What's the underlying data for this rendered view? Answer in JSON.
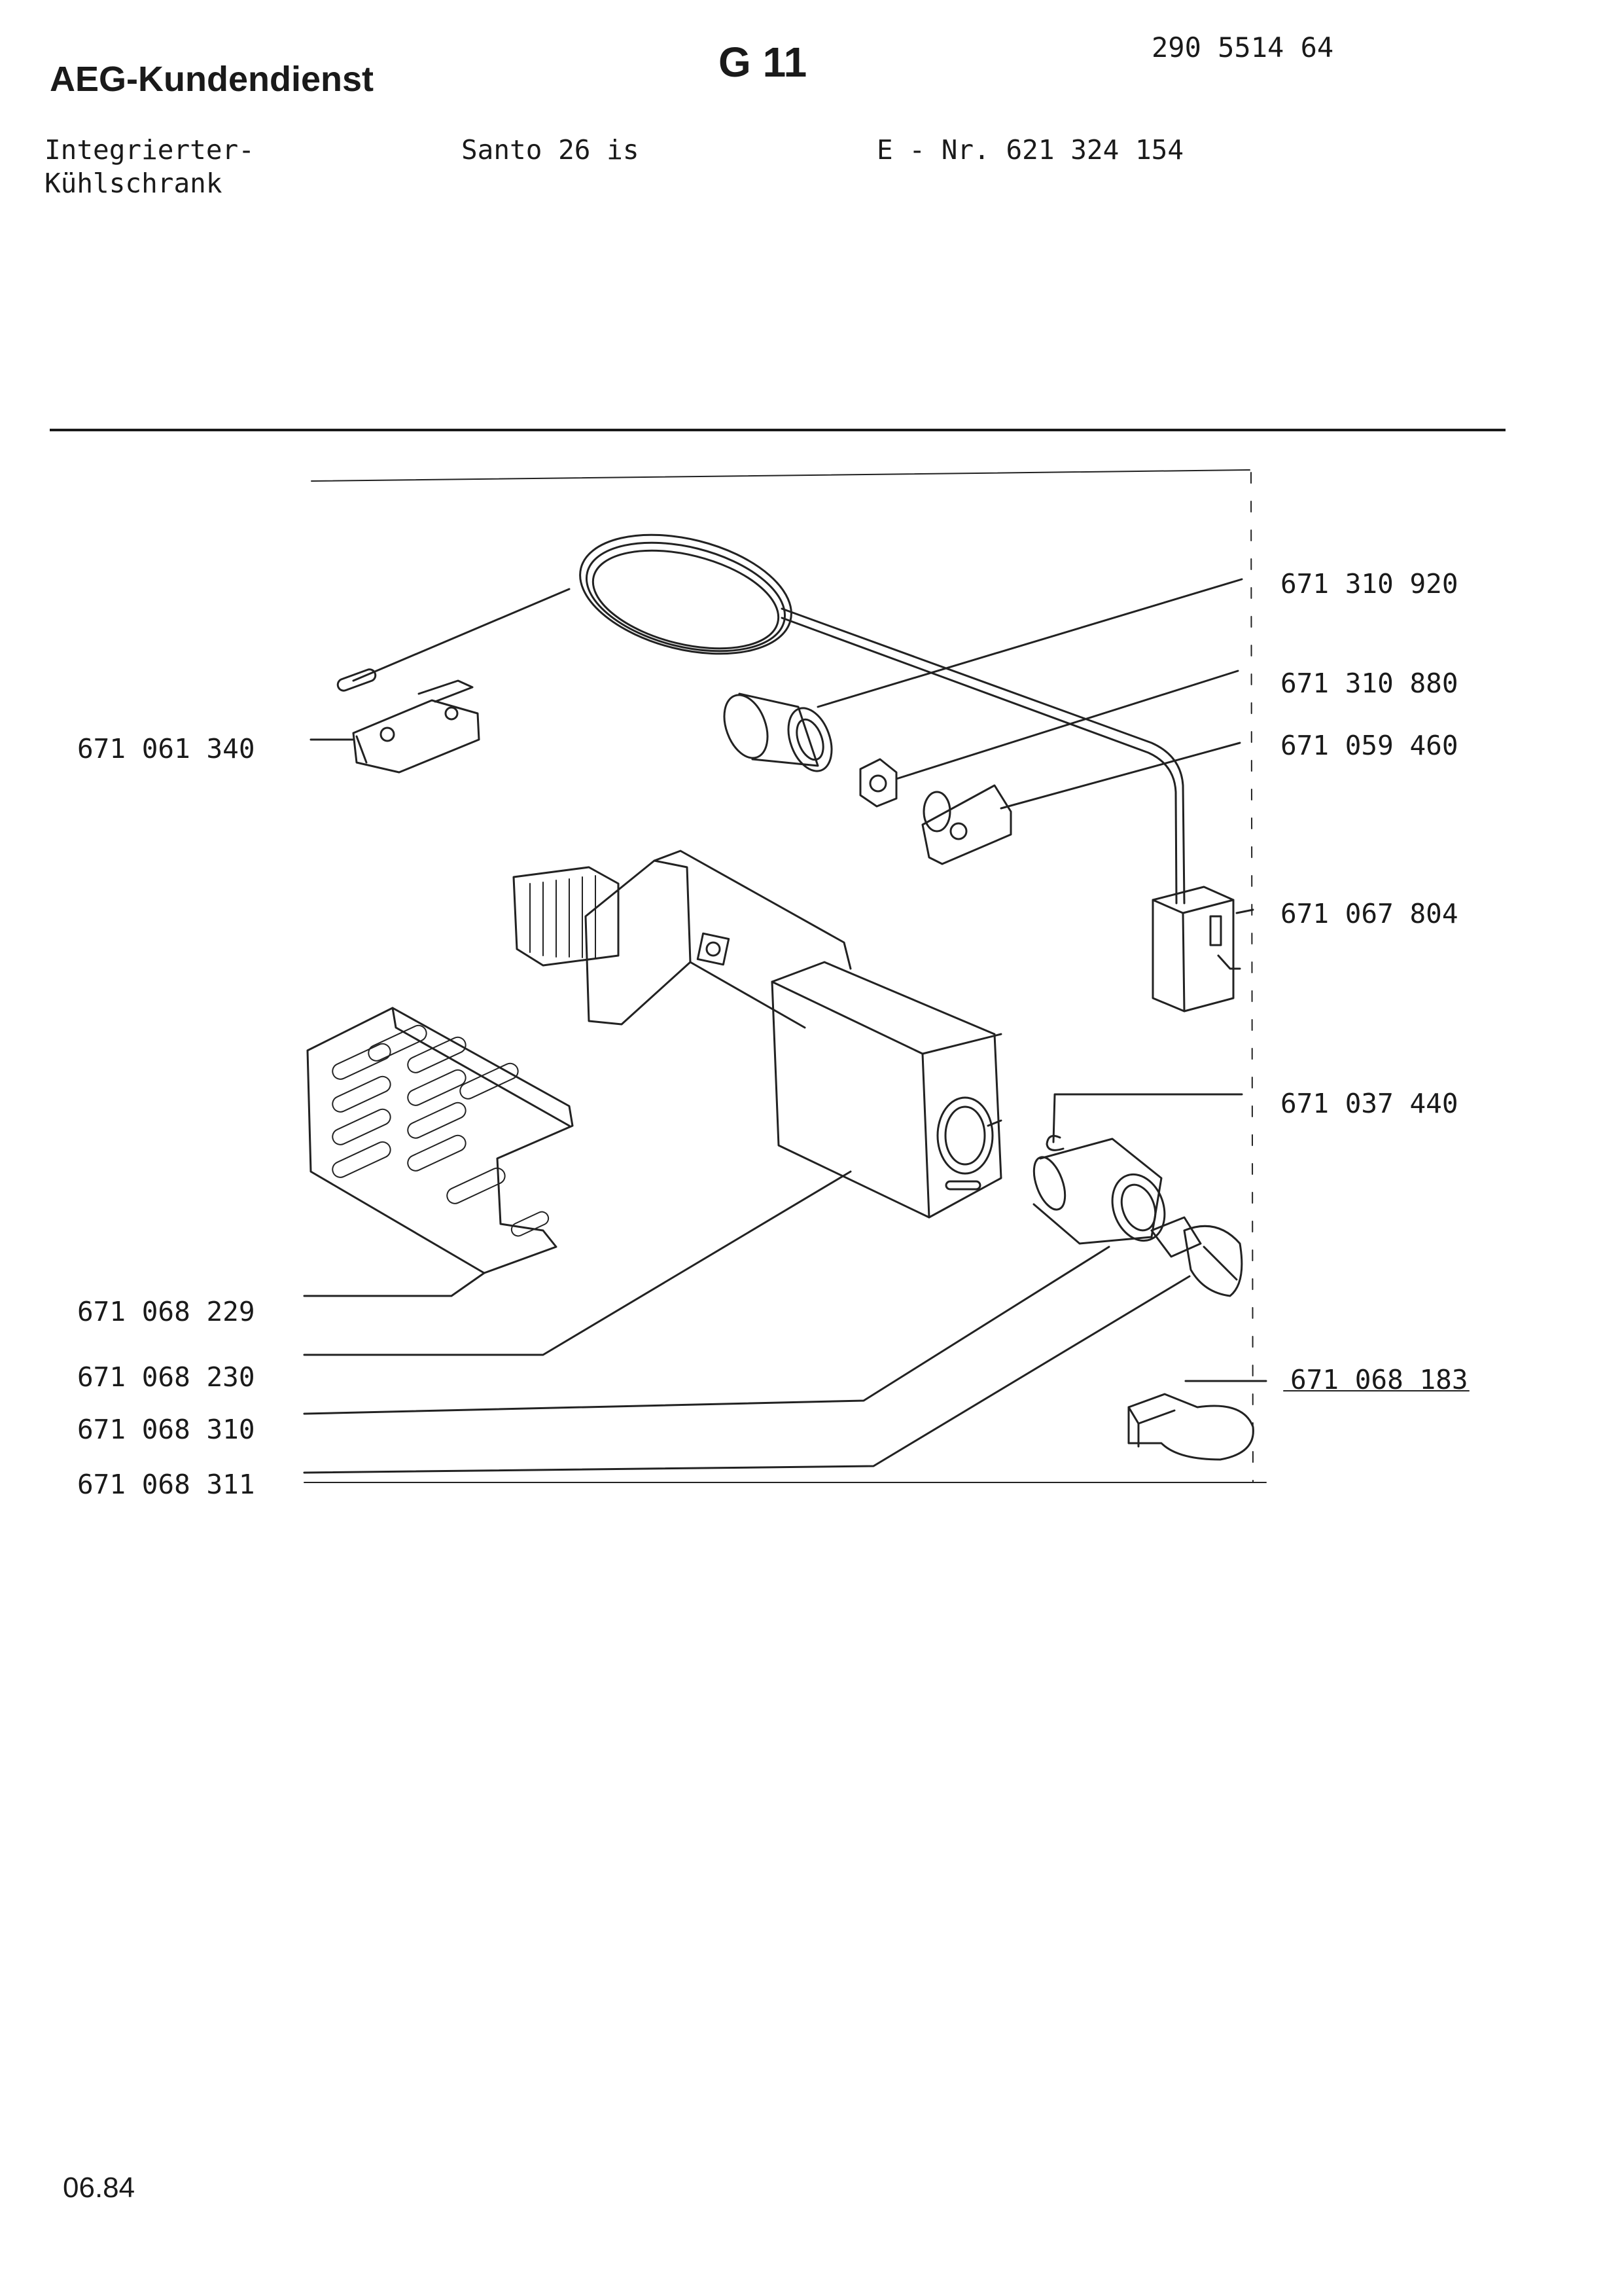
{
  "header": {
    "brand": "AEG-Kundendienst",
    "sheet": "G 11",
    "doc_number": "290 5514 64",
    "product_type_line1": "Integrierter-",
    "product_type_line2": "Kühlschrank",
    "model": "Santo 26 is",
    "e_number": "E - Nr. 621 324 154"
  },
  "parts": [
    {
      "number": "671 310 920",
      "side": "right"
    },
    {
      "number": "671 310 880",
      "side": "right"
    },
    {
      "number": "671 059 460",
      "side": "right"
    },
    {
      "number": "671 067 804",
      "side": "right"
    },
    {
      "number": "671 037 440",
      "side": "right"
    },
    {
      "number": "671 068 183",
      "side": "right"
    },
    {
      "number": "671 061 340",
      "side": "left"
    },
    {
      "number": "671 068 229",
      "side": "left"
    },
    {
      "number": "671 068 230",
      "side": "left"
    },
    {
      "number": "671 068 310",
      "side": "left"
    },
    {
      "number": "671 068 311",
      "side": "left"
    }
  ],
  "footer": {
    "date": "06.84"
  }
}
